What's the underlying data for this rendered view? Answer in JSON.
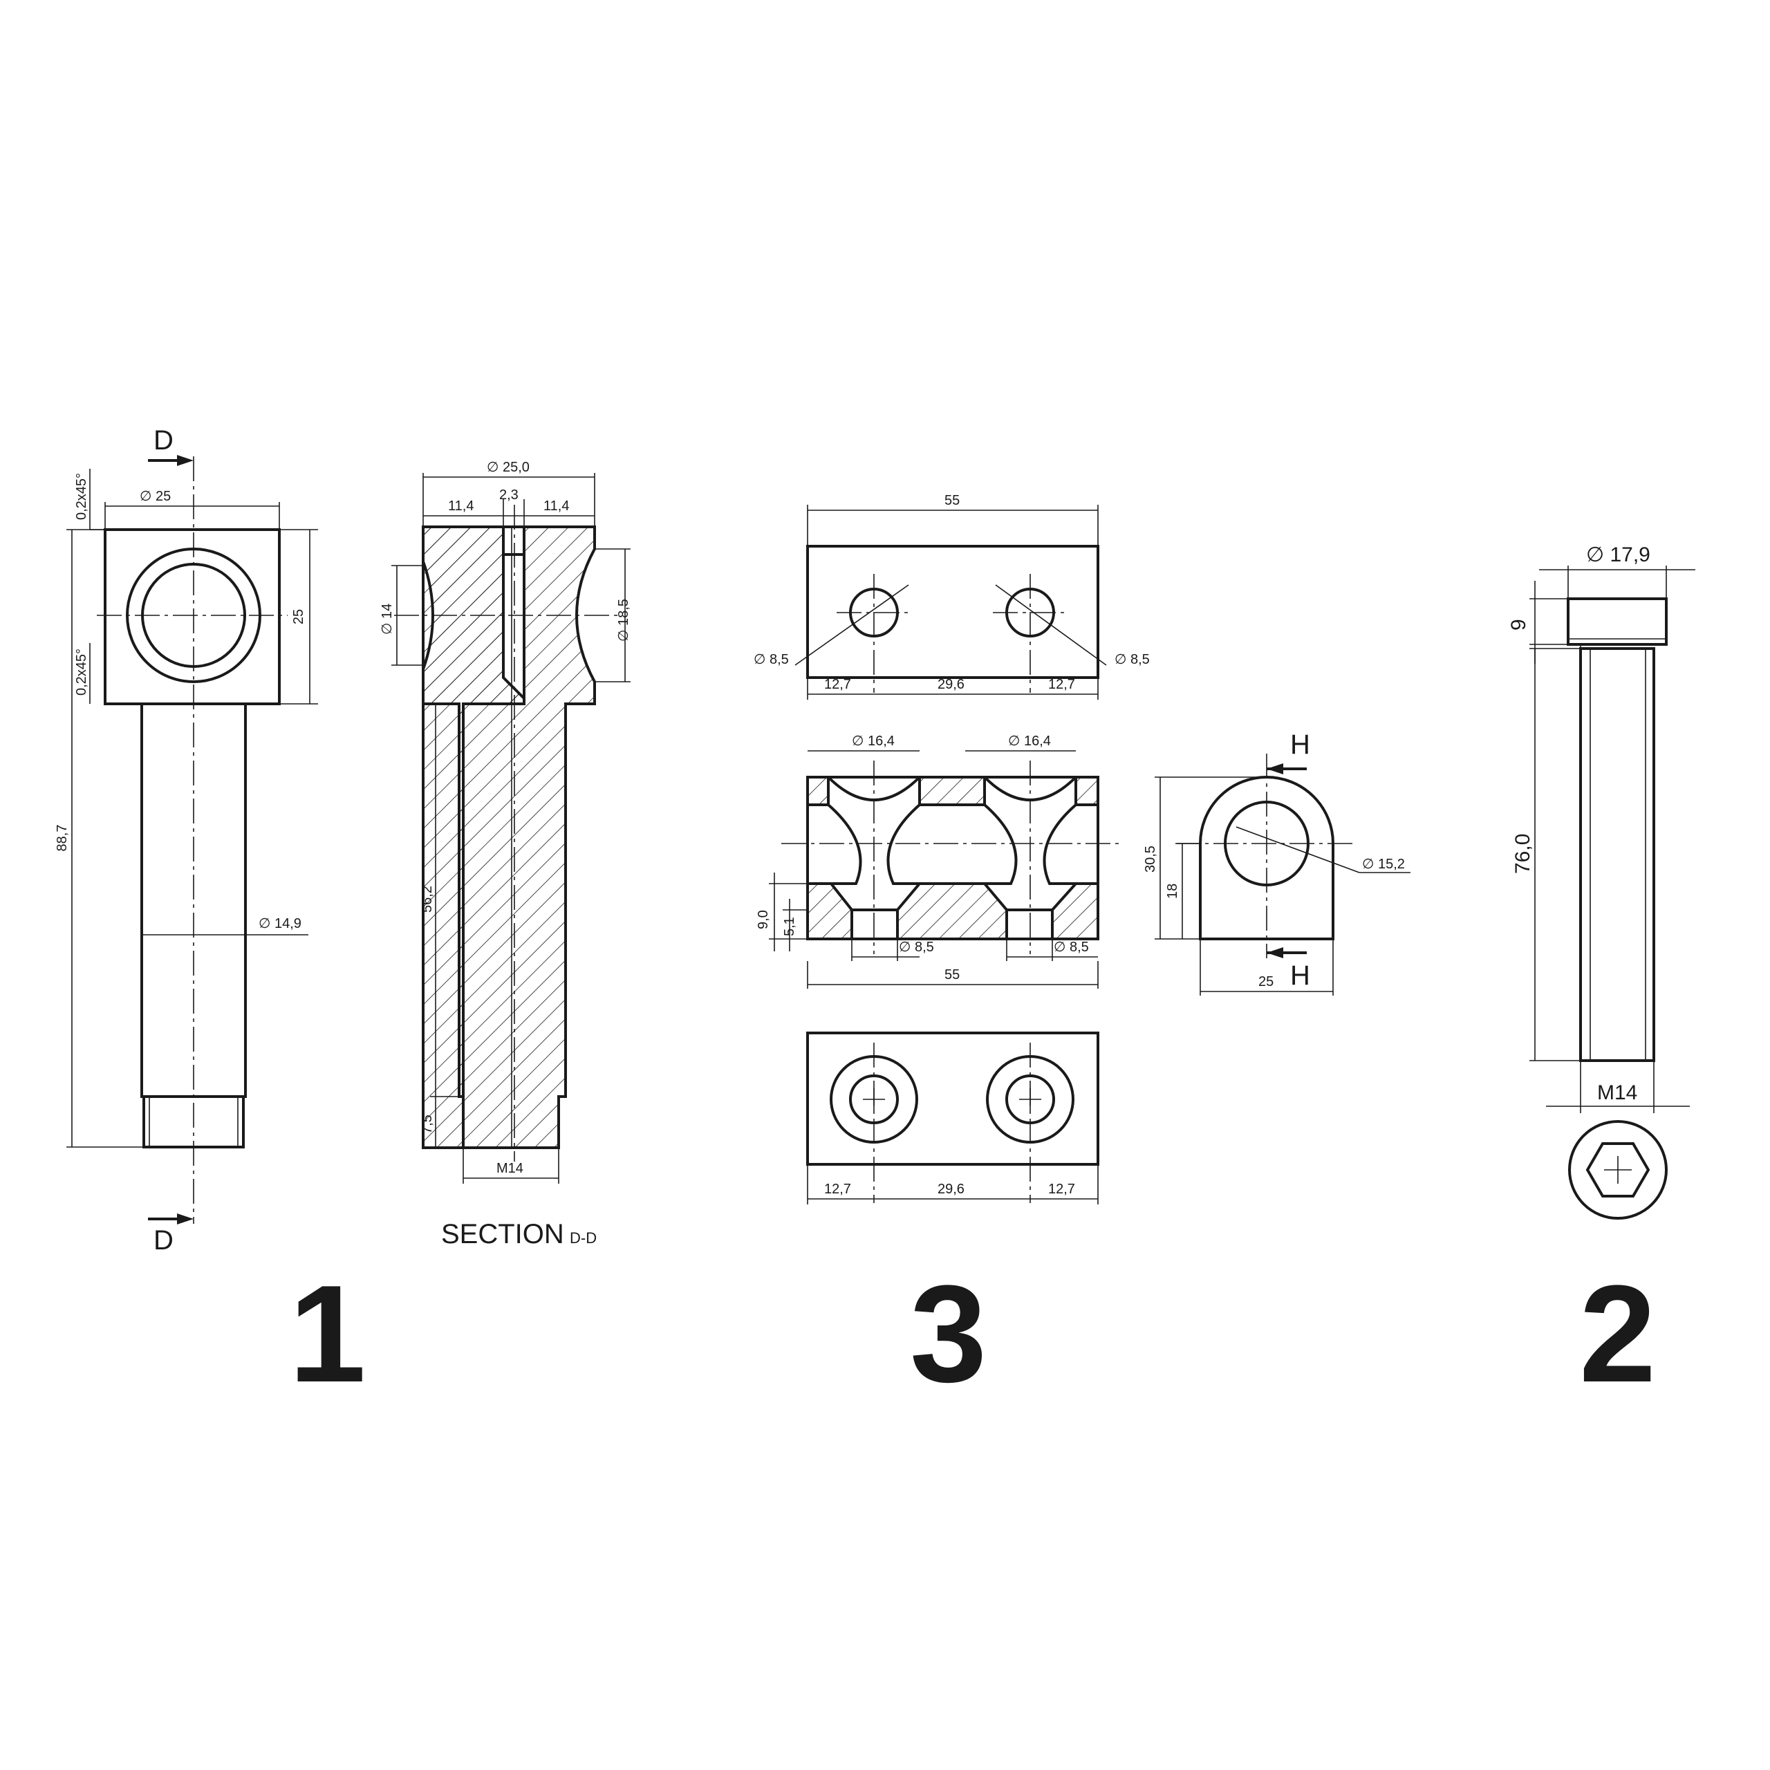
{
  "drawing": {
    "part_numbers": [
      "1",
      "3",
      "2"
    ],
    "section_marker": "D",
    "section_title": "SECTION",
    "section_subtitle": "D-D",
    "view_marker": "H"
  },
  "part1": {
    "dims": {
      "dia_head": "∅ 25",
      "head_height": "25",
      "chamfer_top": "0,2x45°",
      "chamfer_side": "0,2x45°",
      "total_length": "88,7",
      "dia_shank": "∅ 14,9"
    }
  },
  "section_dd": {
    "dims": {
      "dia_top": "∅ 25,0",
      "left_width": "11,4",
      "slot": "2,3",
      "right_width": "11,4",
      "dia_left": "∅ 14",
      "dia_right": "∅ 18,5",
      "shank_length": "56,2",
      "thread_length": "7,5",
      "thread": "M14"
    }
  },
  "part3": {
    "top_view": {
      "length": "55",
      "hole_left": "∅ 8,5",
      "hole_right": "∅ 8,5",
      "edge_left": "12,7",
      "pitch": "29,6",
      "edge_right": "12,7"
    },
    "front_section": {
      "cup_left": "∅ 16,4",
      "cup_right": "∅ 16,4",
      "depth_total": "9,0",
      "depth_step": "5,1",
      "bore_left": "∅ 8,5",
      "bore_right": "∅ 8,5",
      "length": "55"
    },
    "side_view": {
      "height": "30,5",
      "center_height": "18",
      "hole": "∅ 15,2",
      "width": "25"
    },
    "bottom_view": {
      "edge_left": "12,7",
      "pitch": "29,6",
      "edge_right": "12,7"
    }
  },
  "part2": {
    "dims": {
      "head_dia": "∅ 17,9",
      "head_height": "9",
      "length": "76,0",
      "thread": "M14"
    }
  }
}
